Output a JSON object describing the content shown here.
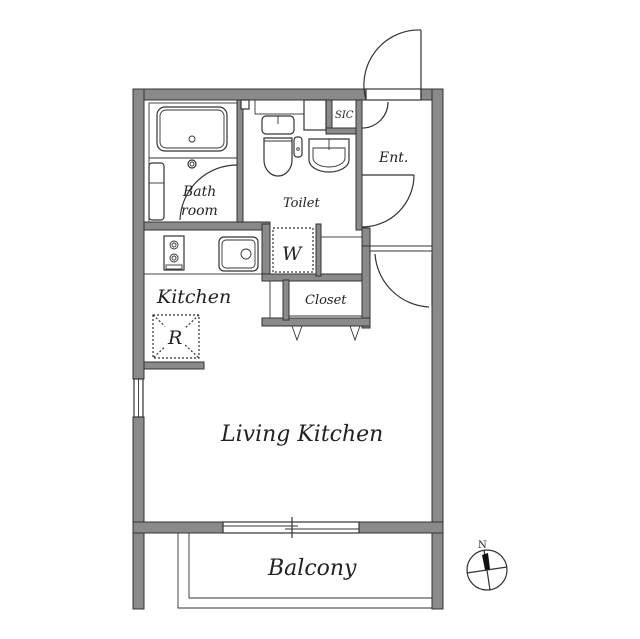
{
  "floorplan": {
    "rooms": {
      "bathroom_line1": "Bath",
      "bathroom_line2": "room",
      "toilet": "Toilet",
      "sic": "SIC",
      "entrance": "Ent.",
      "washer": "W",
      "kitchen": "Kitchen",
      "refrigerator": "R",
      "closet": "Closet",
      "living_kitchen": "Living Kitchen",
      "balcony": "Balcony"
    },
    "compass": {
      "north_label": "N"
    },
    "colors": {
      "wall_fill": "#8a8a8a",
      "line": "#333333",
      "background": "#ffffff"
    }
  }
}
